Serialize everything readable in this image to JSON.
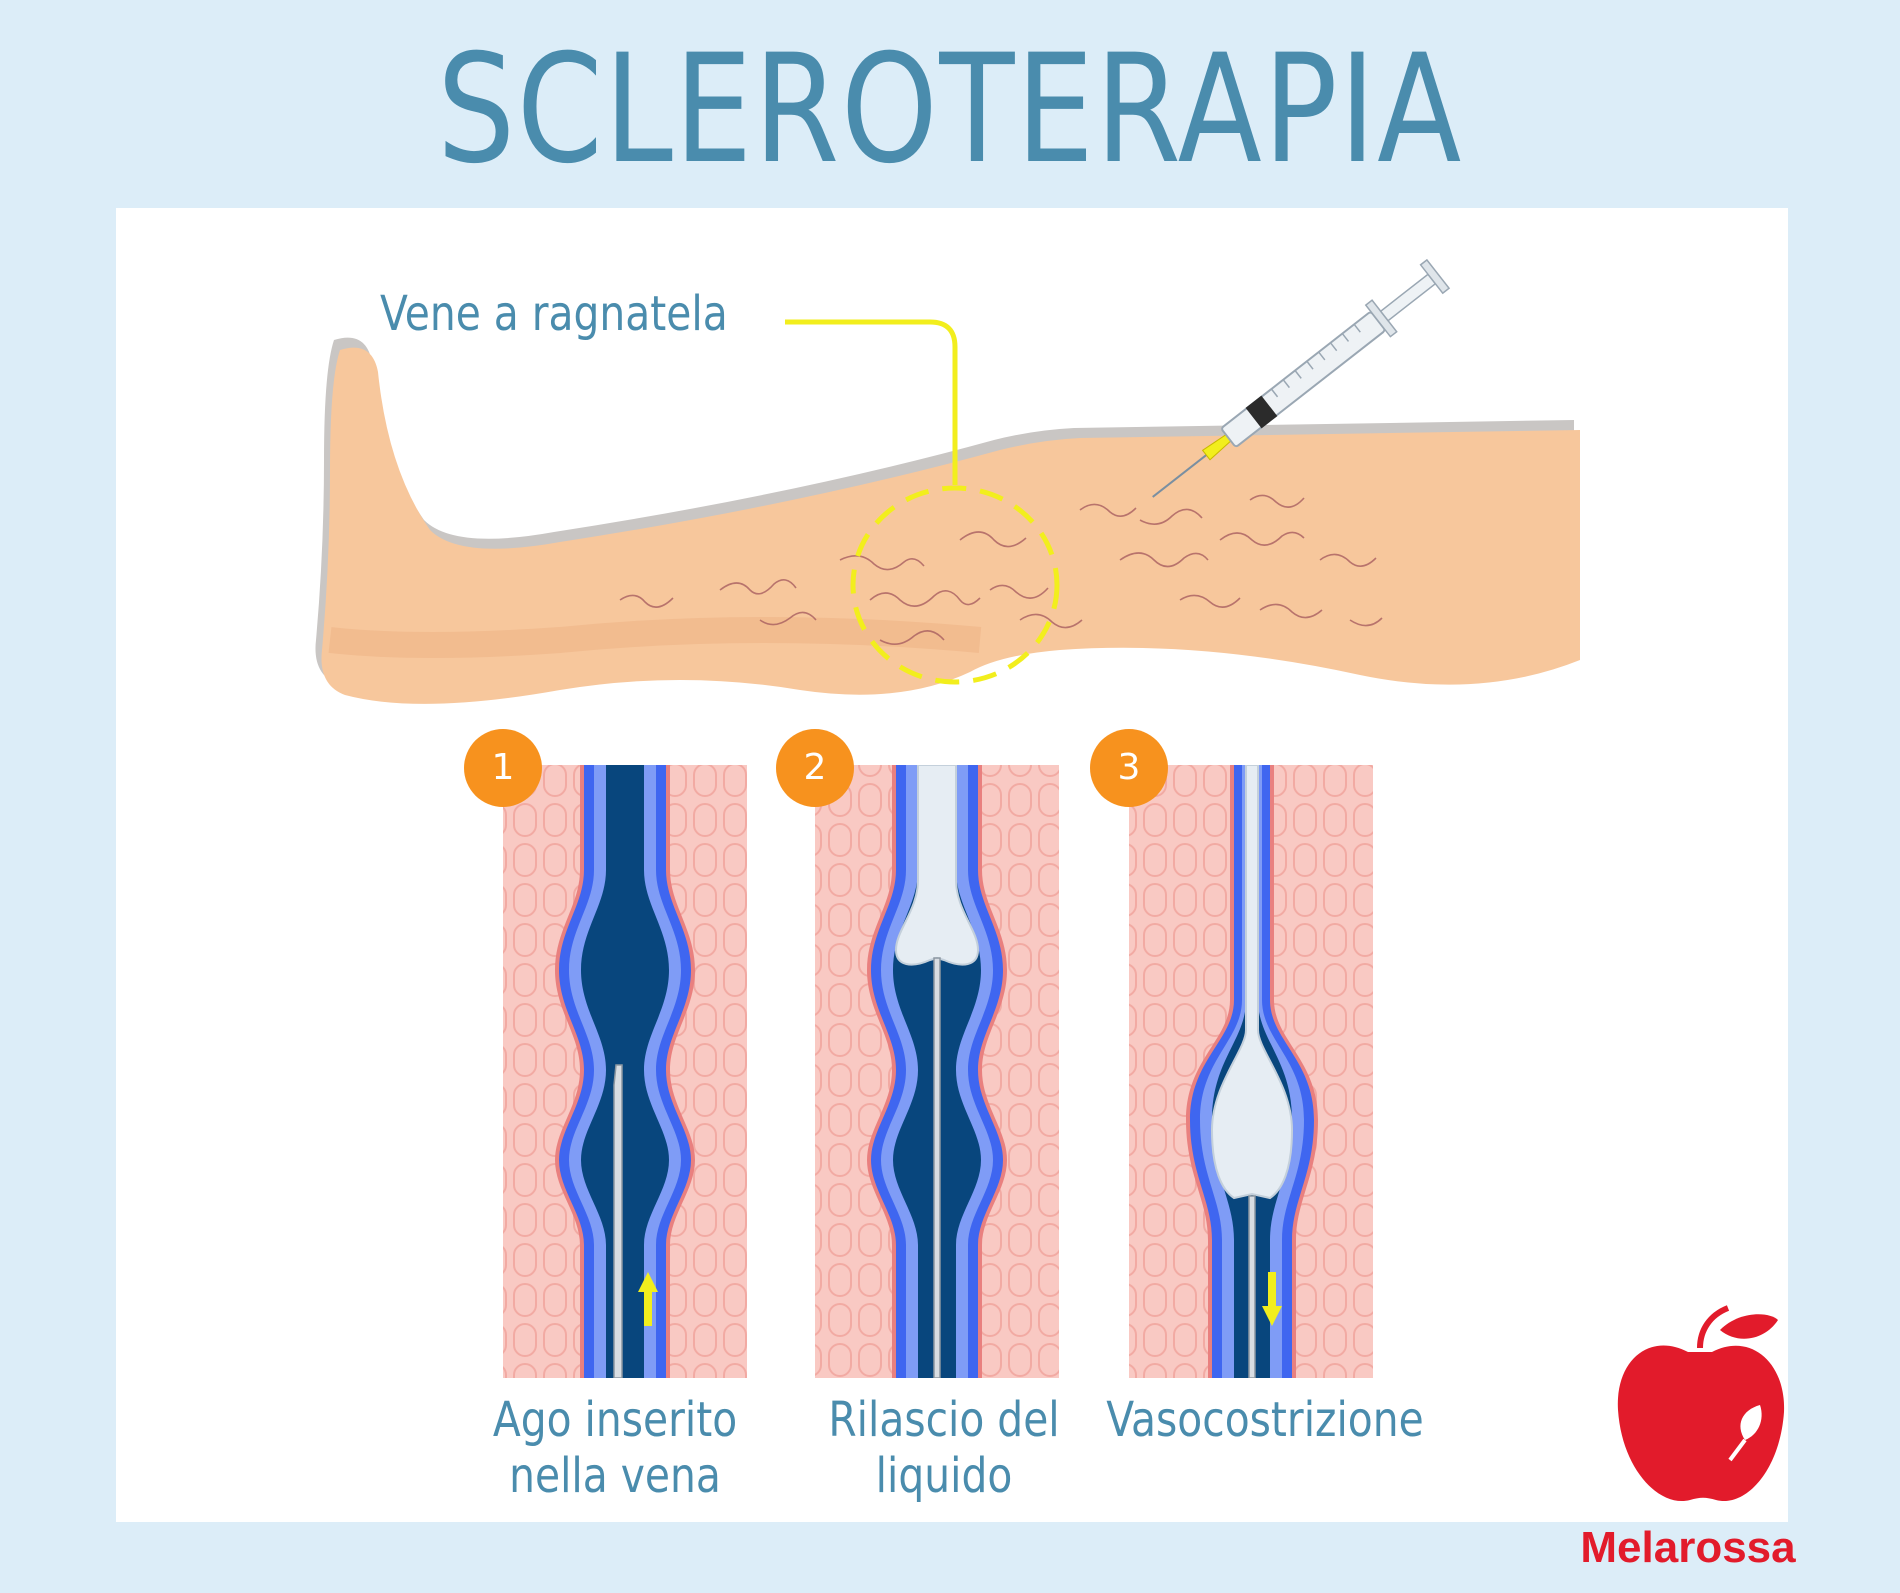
{
  "title": "SCLEROTERAPIA",
  "callout_label": "Vene a ragnatela",
  "steps": [
    {
      "number": "1",
      "caption_line1": "Ago inserito",
      "caption_line2": "nella vena"
    },
    {
      "number": "2",
      "caption_line1": "Rilascio del",
      "caption_line2": "liquido"
    },
    {
      "number": "3",
      "caption_line1": "Vasocostrizione",
      "caption_line2": ""
    }
  ],
  "brand": "Melarossa",
  "colors": {
    "background": "#dcedf8",
    "title": "#4a8cad",
    "skin": "#f7c79c",
    "highlight": "#f2ee1d",
    "badge": "#f7921e",
    "vein_blue": "#3f66f0",
    "blood": "#08467d",
    "tissue": "#f9c9c3",
    "brand_red": "#e21b2b"
  },
  "icons": [
    "syringe-icon",
    "arrow-up-icon",
    "arrow-down-icon",
    "apple-logo-icon"
  ]
}
